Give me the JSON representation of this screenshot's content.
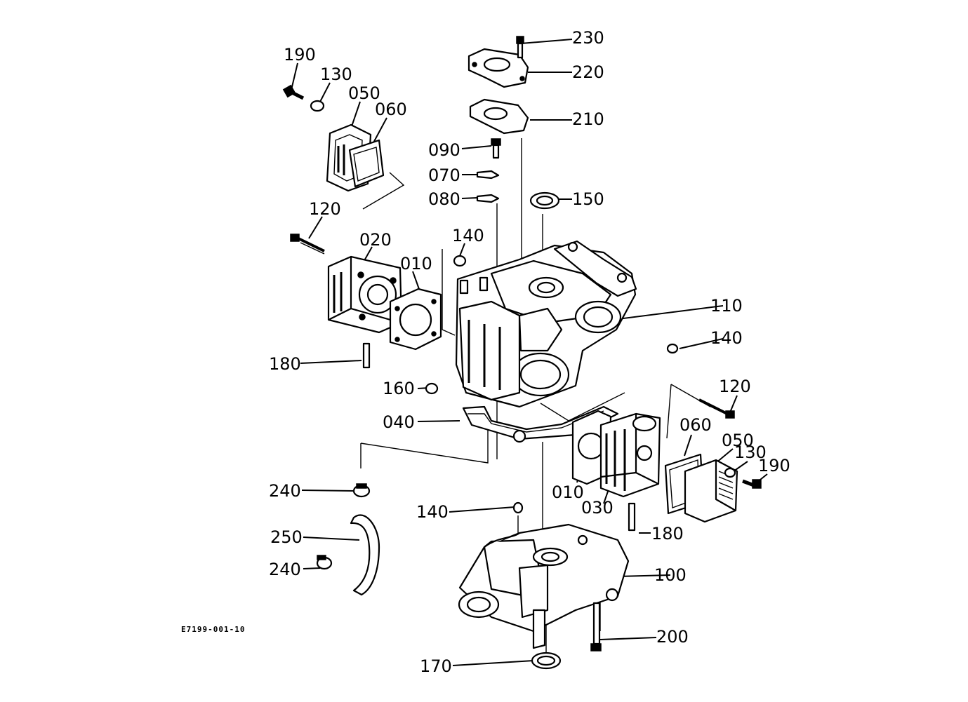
{
  "callouts": [
    {
      "id": "c230a",
      "text": "230"
    },
    {
      "id": "c220",
      "text": "220"
    },
    {
      "id": "c210",
      "text": "210"
    },
    {
      "id": "c090",
      "text": "090"
    },
    {
      "id": "c070",
      "text": "070"
    },
    {
      "id": "c080",
      "text": "080"
    },
    {
      "id": "c150",
      "text": "150"
    },
    {
      "id": "c190a",
      "text": "190"
    },
    {
      "id": "c130a",
      "text": "130"
    },
    {
      "id": "c050a",
      "text": "050"
    },
    {
      "id": "c060a",
      "text": "060"
    },
    {
      "id": "c120a",
      "text": "120"
    },
    {
      "id": "c020",
      "text": "020"
    },
    {
      "id": "c140a",
      "text": "140"
    },
    {
      "id": "c010a",
      "text": "010"
    },
    {
      "id": "c110",
      "text": "110"
    },
    {
      "id": "c140b",
      "text": "140"
    },
    {
      "id": "c180a",
      "text": "180"
    },
    {
      "id": "c160",
      "text": "160"
    },
    {
      "id": "c120b",
      "text": "120"
    },
    {
      "id": "c040",
      "text": "040"
    },
    {
      "id": "c060b",
      "text": "060"
    },
    {
      "id": "c050b",
      "text": "050"
    },
    {
      "id": "c130b",
      "text": "130"
    },
    {
      "id": "c190b",
      "text": "190"
    },
    {
      "id": "c010b",
      "text": "010"
    },
    {
      "id": "c030",
      "text": "030"
    },
    {
      "id": "c240a",
      "text": "240"
    },
    {
      "id": "c140c",
      "text": "140"
    },
    {
      "id": "c180b",
      "text": "180"
    },
    {
      "id": "c250",
      "text": "250"
    },
    {
      "id": "c100",
      "text": "100"
    },
    {
      "id": "c240b",
      "text": "240"
    },
    {
      "id": "c200",
      "text": "200"
    },
    {
      "id": "c170",
      "text": "170"
    }
  ],
  "drawing_code": "E7199-001-10"
}
